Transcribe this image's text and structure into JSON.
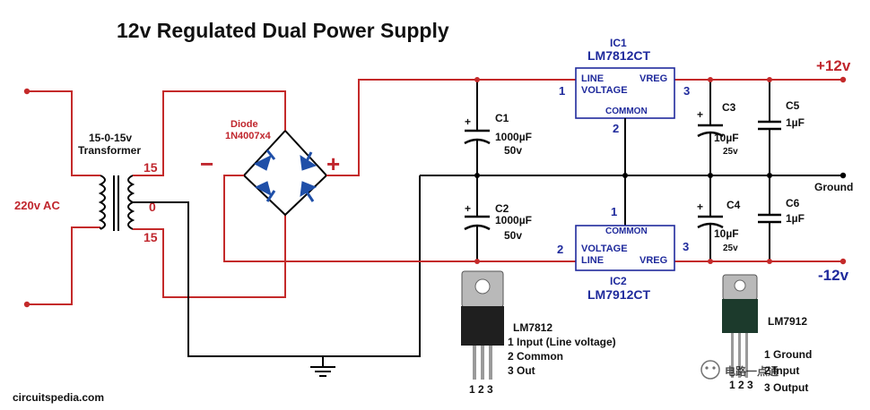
{
  "title": "12v Regulated Dual Power Supply",
  "watermark": "circuitspedia.com",
  "transformer": {
    "name": "15-0-15v",
    "type": "Transformer",
    "input": "220v AC",
    "tap_top": "15",
    "tap_mid": "0",
    "tap_bottom": "15"
  },
  "diode": {
    "label": "Diode",
    "part": "1N4007x4",
    "minus": "−",
    "plus": "+"
  },
  "capacitors": {
    "c1": {
      "name": "C1",
      "value": "1000µF",
      "voltage": "50v",
      "plus": "+"
    },
    "c2": {
      "name": "C2",
      "value": "1000µF",
      "voltage": "50v",
      "plus": "+"
    },
    "c3": {
      "name": "C3",
      "value": "10µF",
      "voltage": "25v",
      "plus": "+"
    },
    "c4": {
      "name": "C4",
      "value": "10µF",
      "voltage": "25v",
      "plus": "+"
    },
    "c5": {
      "name": "C5",
      "value": "1µF"
    },
    "c6": {
      "name": "C6",
      "value": "1µF"
    }
  },
  "ic1": {
    "name": "IC1",
    "part": "LM7812CT",
    "line": "LINE",
    "voltage": "VOLTAGE",
    "vreg": "VREG",
    "common": "COMMON",
    "pin1": "1",
    "pin2": "2",
    "pin3": "3"
  },
  "ic2": {
    "name": "IC2",
    "part": "LM7912CT",
    "line": "LINE",
    "voltage": "VOLTAGE",
    "vreg": "VREG",
    "common": "COMMON",
    "pin1": "1",
    "pin2": "2",
    "pin3": "3"
  },
  "outputs": {
    "pos": "+12v",
    "neg": "-12v",
    "ground": "Ground"
  },
  "lm7812": {
    "name": "LM7812",
    "pin1": "1 Input (Line voltage)",
    "pin2": "2 Common",
    "pin3": "3 Out",
    "pins": "1 2 3"
  },
  "lm7912": {
    "name": "LM7912",
    "pin1": "1 Ground",
    "pin2": "2 Input",
    "pin3": "3 Output",
    "pins": "1 2 3"
  },
  "wechat": "电路一点通",
  "colors": {
    "wire_red": "#c42a2a",
    "wire_black": "#000000",
    "ic_blue": "#1f2a9c",
    "diode_blue": "#1f4fa8"
  }
}
